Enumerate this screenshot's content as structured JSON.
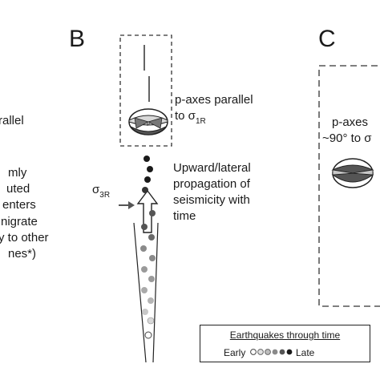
{
  "panels": {
    "A": {
      "label": "",
      "lines": [
        "rallel",
        "mly",
        "uted",
        "enters",
        "nigrate",
        "y to other",
        "nes*)"
      ]
    },
    "B": {
      "label": "B",
      "p_axes_line1": "p-axes parallel",
      "p_axes_line2_prefix": "to σ",
      "p_axes_sub": "1R",
      "sigma_prefix": "σ",
      "sigma_sub": "3R",
      "propagation": [
        "Upward/lateral",
        "propagation of",
        "seismicity with",
        "time"
      ]
    },
    "C": {
      "label": "C",
      "line1": "p-axes",
      "line2": "~90° to σ"
    }
  },
  "legend": {
    "title": "Earthquakes through time",
    "early": "Early",
    "late": "Late"
  },
  "colors": {
    "ink": "#1a1a1a",
    "dark_grey": "#555555",
    "mid_grey": "#8a8a8a",
    "light_grey": "#bdbdbd"
  }
}
